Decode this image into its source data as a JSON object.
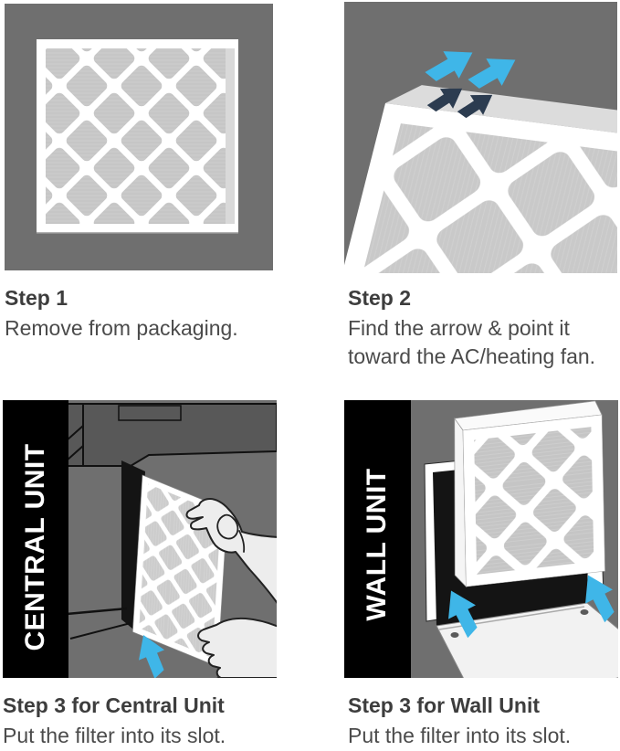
{
  "steps": [
    {
      "heading": "Step 1",
      "caption": "Remove from packaging."
    },
    {
      "heading": "Step 2",
      "caption": "Find the arrow & point it toward the AC/heating fan."
    },
    {
      "heading": "Step 3 for Central Unit",
      "caption": "Put the filter into its slot.",
      "panel_label": "CENTRAL UNIT"
    },
    {
      "heading": "Step 3 for Wall Unit",
      "caption": "Put the filter into its slot.",
      "panel_label": "WALL UNIT"
    }
  ],
  "colors": {
    "panel_gray": "#6f6f6f",
    "arrow_blue": "#3fb6e8",
    "arrow_dark": "#2c3c50",
    "bar_black": "#000000",
    "unit_gray": "#585858",
    "filter_gray": "#c6c6c6",
    "heading_text": "#3d3d3d",
    "caption_text": "#4b4b4b"
  }
}
